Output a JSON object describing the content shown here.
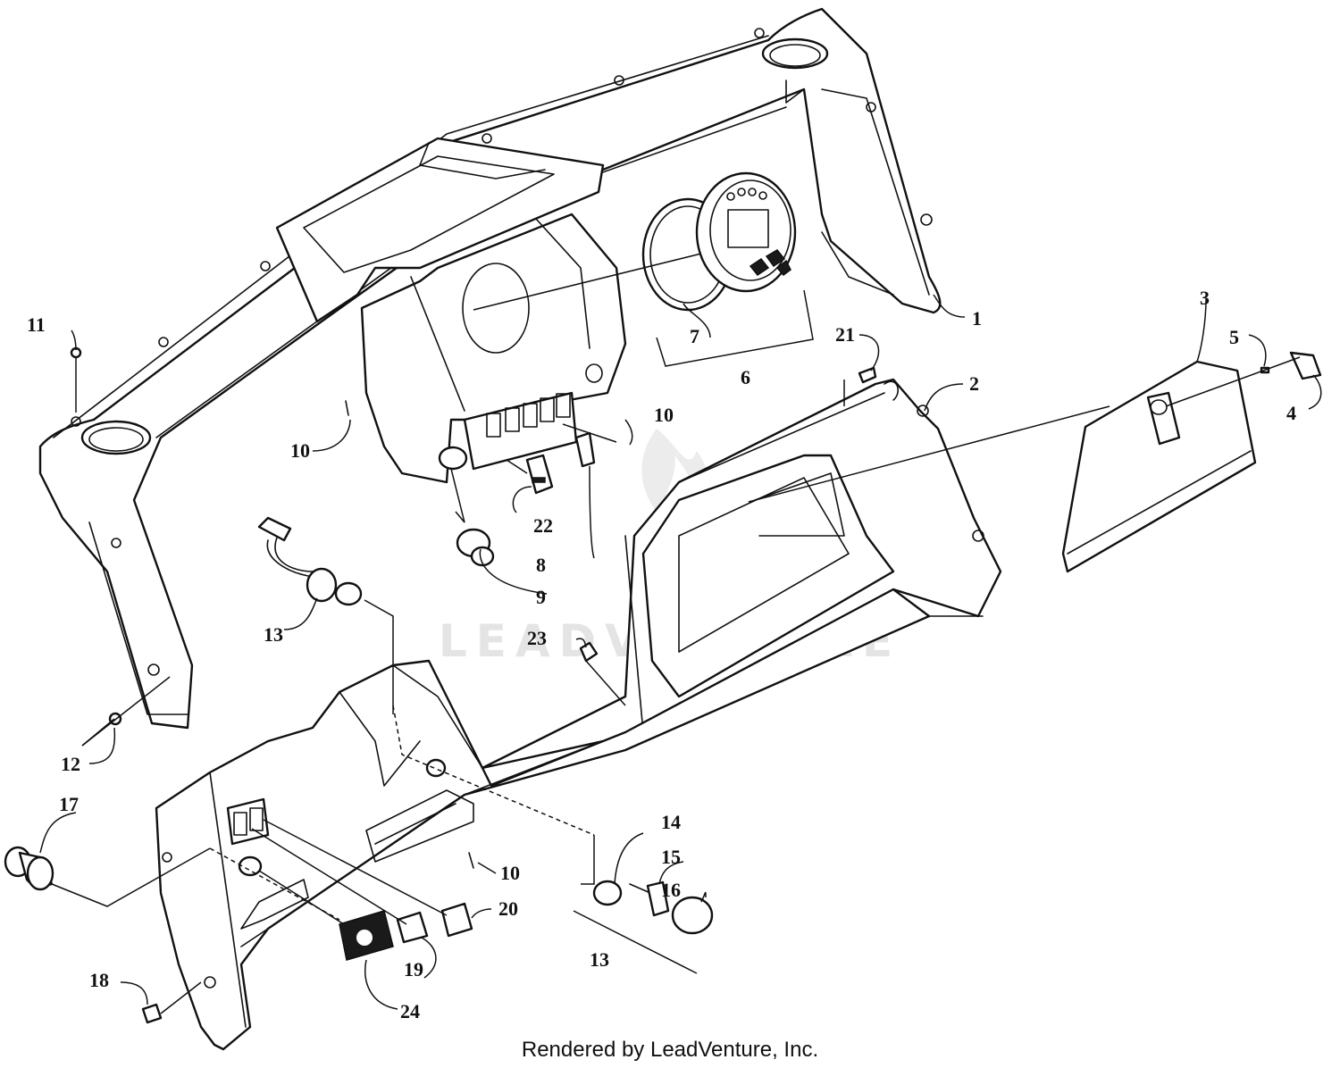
{
  "watermark_text": "LEADVENTURE",
  "footer_text": "Rendered by LeadVenture, Inc.",
  "callouts": {
    "c1": "1",
    "c2": "2",
    "c3": "3",
    "c4": "4",
    "c5": "5",
    "c6": "6",
    "c7": "7",
    "c8": "8",
    "c9": "9",
    "c10a": "10",
    "c10b": "10",
    "c10c": "10",
    "c11": "11",
    "c12": "12",
    "c13a": "13",
    "c13b": "13",
    "c14": "14",
    "c15": "15",
    "c16": "16",
    "c17": "17",
    "c18": "18",
    "c19": "19",
    "c20": "20",
    "c21": "21",
    "c22": "22",
    "c23": "23",
    "c24": "24"
  }
}
